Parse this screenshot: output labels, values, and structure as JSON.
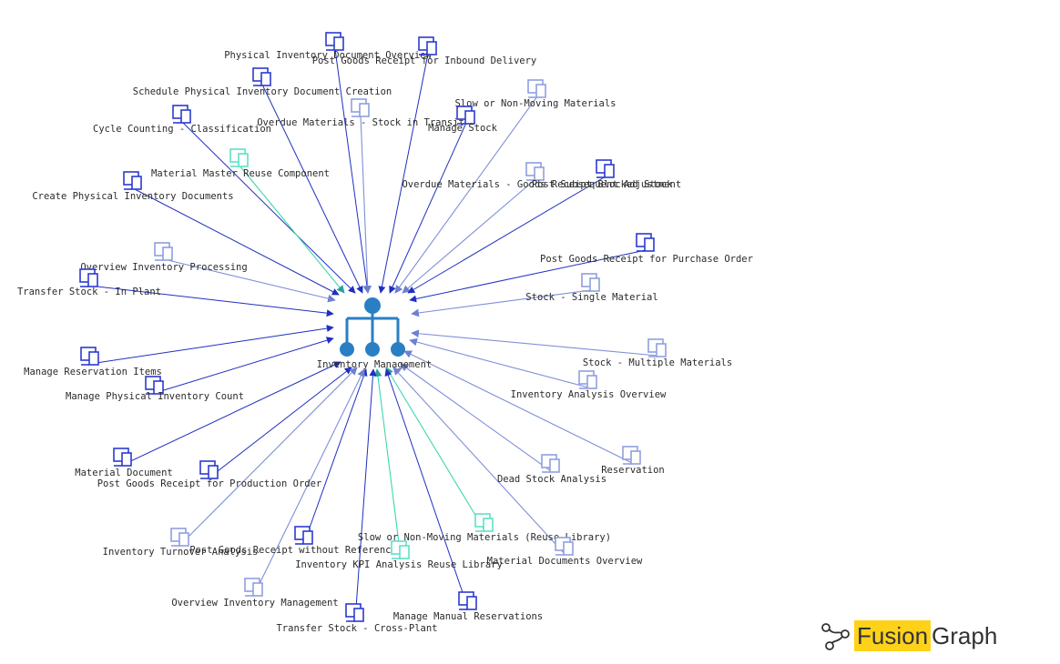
{
  "hub": {
    "label": "Inventory Management",
    "icon": "org-hierarchy-icon",
    "color": "#2a7fc4"
  },
  "colors": {
    "edge_dark": "#1f2fc0",
    "edge_light": "#7f8fd8",
    "edge_reuse": "#3fd6b0",
    "icon_dark": "#2c3ad0",
    "icon_light": "#8f9ee0",
    "icon_reuse": "#5fe0c6"
  },
  "nodes": [
    {
      "label": "Physical Inventory Document Overview",
      "icon": "device-icon",
      "kind": "dark"
    },
    {
      "label": "Post Goods Receipt for Inbound Delivery",
      "icon": "device-icon",
      "kind": "dark"
    },
    {
      "label": "Schedule Physical Inventory Document Creation",
      "icon": "device-icon",
      "kind": "dark"
    },
    {
      "label": "Slow or Non-Moving Materials",
      "icon": "device-icon",
      "kind": "light"
    },
    {
      "label": "Overdue Materials - Stock in Transit",
      "icon": "device-icon",
      "kind": "light"
    },
    {
      "label": "Manage Stock",
      "icon": "device-icon",
      "kind": "dark"
    },
    {
      "label": "Cycle Counting - Classification",
      "icon": "device-icon",
      "kind": "dark"
    },
    {
      "label": "Material Master Reuse Component",
      "icon": "device-icon",
      "kind": "reuse"
    },
    {
      "label": "Overdue Materials - Goods Receipt Blocked Stock",
      "icon": "device-icon",
      "kind": "light"
    },
    {
      "label": "Post Subsequent Adjustment",
      "icon": "device-icon",
      "kind": "dark"
    },
    {
      "label": "Create Physical Inventory Documents",
      "icon": "device-icon",
      "kind": "dark"
    },
    {
      "label": "Post Goods Receipt for Purchase Order",
      "icon": "device-icon",
      "kind": "dark"
    },
    {
      "label": "Overview Inventory Processing",
      "icon": "device-icon",
      "kind": "light"
    },
    {
      "label": "Transfer Stock - In Plant",
      "icon": "device-icon",
      "kind": "dark"
    },
    {
      "label": "Stock - Single Material",
      "icon": "device-icon",
      "kind": "light"
    },
    {
      "label": "Stock - Multiple Materials",
      "icon": "device-icon",
      "kind": "light"
    },
    {
      "label": "Manage Reservation Items",
      "icon": "device-icon",
      "kind": "dark"
    },
    {
      "label": "Manage Physical Inventory Count",
      "icon": "device-icon",
      "kind": "dark"
    },
    {
      "label": "Inventory Analysis Overview",
      "icon": "device-icon",
      "kind": "light"
    },
    {
      "label": "Reservation",
      "icon": "device-icon",
      "kind": "light"
    },
    {
      "label": "Material Document",
      "icon": "device-icon",
      "kind": "dark"
    },
    {
      "label": "Dead Stock Analysis",
      "icon": "device-icon",
      "kind": "light"
    },
    {
      "label": "Post Goods Receipt for Production Order",
      "icon": "device-icon",
      "kind": "dark"
    },
    {
      "label": "Slow or Non-Moving Materials (Reuse Library)",
      "icon": "device-icon",
      "kind": "reuse"
    },
    {
      "label": "Inventory Turnover Analysis",
      "icon": "device-icon",
      "kind": "light"
    },
    {
      "label": "Post Goods Receipt without Reference",
      "icon": "device-icon",
      "kind": "dark"
    },
    {
      "label": "Inventory KPI Analysis Reuse Library",
      "icon": "device-icon",
      "kind": "reuse"
    },
    {
      "label": "Material Documents Overview",
      "icon": "device-icon",
      "kind": "light"
    },
    {
      "label": "Overview Inventory Management",
      "icon": "device-icon",
      "kind": "light"
    },
    {
      "label": "Manage Manual Reservations",
      "icon": "device-icon",
      "kind": "dark"
    },
    {
      "label": "Transfer Stock - Cross-Plant",
      "icon": "device-icon",
      "kind": "dark"
    }
  ],
  "brand": {
    "logo_icon": "graph-link-icon",
    "highlight": "Fusion",
    "rest": "Graph",
    "highlight_color": "#ffd21a"
  }
}
